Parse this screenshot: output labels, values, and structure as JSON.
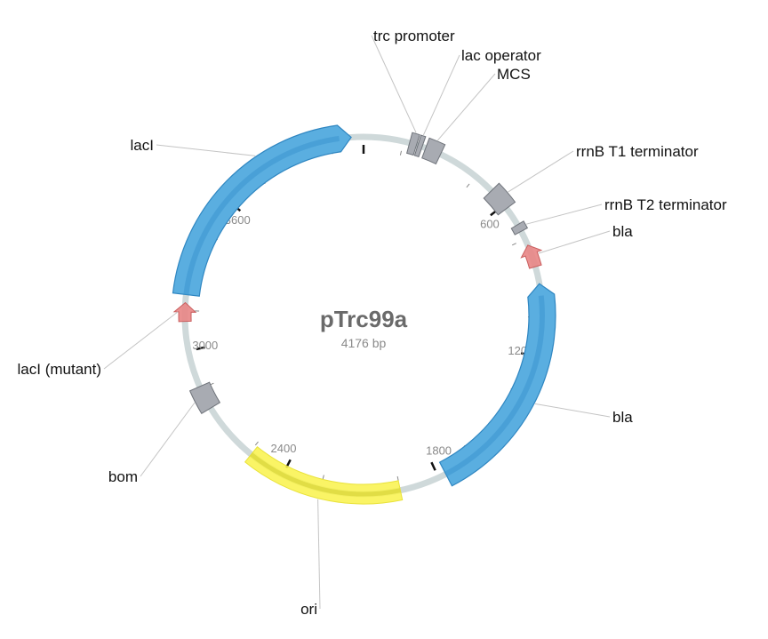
{
  "plasmid": {
    "name": "pTrc99a",
    "length_label": "4176 bp",
    "length": 4176
  },
  "ticks": [
    {
      "pos": 0,
      "label": ""
    },
    {
      "pos": 600,
      "label": "600"
    },
    {
      "pos": 1200,
      "label": "1200"
    },
    {
      "pos": 1800,
      "label": "1800"
    },
    {
      "pos": 2400,
      "label": "2400"
    },
    {
      "pos": 3000,
      "label": "3000"
    },
    {
      "pos": 3600,
      "label": "3600"
    }
  ],
  "features": [
    {
      "id": "lacI",
      "label": "lacI",
      "type": "gene",
      "start": 3210,
      "end": 4130,
      "strand": 1,
      "color": "#5aaee0"
    },
    {
      "id": "bla",
      "label": "bla",
      "type": "gene",
      "start": 925,
      "end": 1770,
      "strand": -1,
      "color": "#5aaee0"
    },
    {
      "id": "ori",
      "label": "ori",
      "type": "origin",
      "start": 1950,
      "end": 2540,
      "strand": 0,
      "color": "#f9f24a"
    },
    {
      "id": "trc-promoter",
      "label": "trc promoter",
      "type": "promoter",
      "start": 173,
      "end": 200,
      "strand": 0,
      "color": "#a8abb2"
    },
    {
      "id": "lac-operator",
      "label": "lac operator",
      "type": "operator",
      "start": 205,
      "end": 222,
      "strand": 0,
      "color": "#a8abb2"
    },
    {
      "id": "mcs",
      "label": "MCS",
      "type": "misc",
      "start": 236,
      "end": 296,
      "strand": 0,
      "color": "#a8abb2"
    },
    {
      "id": "rrnb-t1",
      "label": "rrnB T1 terminator",
      "type": "terminator",
      "start": 530,
      "end": 617,
      "strand": 0,
      "color": "#a8abb2"
    },
    {
      "id": "rrnb-t2",
      "label": "rrnB T2 terminator",
      "type": "terminator",
      "start": 690,
      "end": 718,
      "strand": 0,
      "color": "#a8abb2"
    },
    {
      "id": "bla-promoter",
      "label": "bla",
      "type": "promoter",
      "start": 775,
      "end": 860,
      "strand": -1,
      "color": "#e88585"
    },
    {
      "id": "lacI-mutant",
      "label": "lacI (mutant)",
      "type": "promoter",
      "start": 3110,
      "end": 3180,
      "strand": 1,
      "color": "#e88585"
    },
    {
      "id": "bom",
      "label": "bom",
      "type": "misc",
      "start": 2770,
      "end": 2860,
      "strand": 0,
      "color": "#a8abb2"
    }
  ],
  "colors": {
    "backbone": "#cfd9da",
    "gene": "#5aaee0",
    "gene_stroke": "#2f86c1",
    "origin": "#f9f24a",
    "misc": "#a8abb2",
    "promoter": "#e88585"
  }
}
